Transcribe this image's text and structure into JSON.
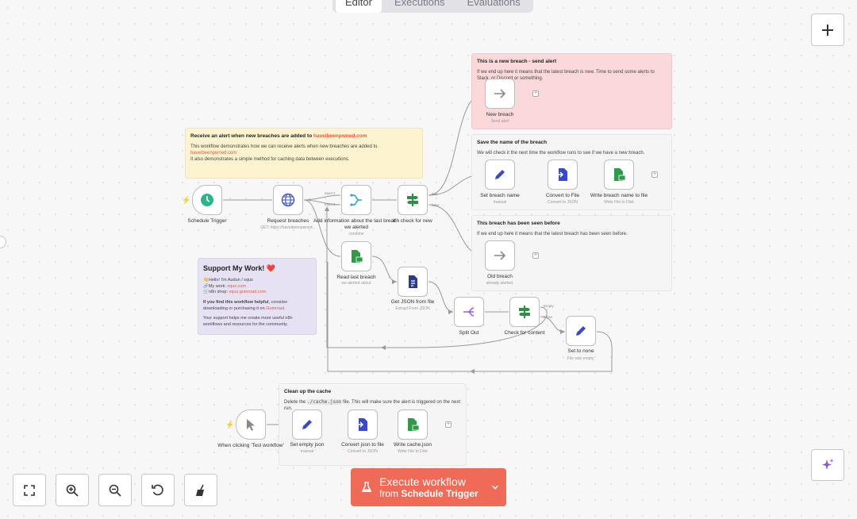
{
  "tabs": [
    {
      "label": "Editor"
    },
    {
      "label": "Executions"
    },
    {
      "label": "Evaluations"
    }
  ],
  "stickies": {
    "intro": {
      "title_prefix": "Receive an alert when new breaches are added to ",
      "title_link": "haveibeenpwned.com",
      "line1": "This workflow demonstrates how we can receive alerts when new breaches are added to",
      "line1_link": "haveibeenpwned.com",
      "line2": "It also demonstrates a simple method for caching data between executions."
    },
    "new_breach": {
      "title": "This is a new breach - send alert",
      "body": "If we end up here it means that the latest breach is new. Time to send some alerts to Slack, or Discord or something."
    },
    "save_name": {
      "title": "Save the name of the breach",
      "body": "We will check it the next time the workflow runs to see if we have a new breach."
    },
    "seen_before": {
      "title": "This breach has been seen before",
      "body": "If we end up here it means that the latest breach has been seen before."
    },
    "support": {
      "title": "Support My Work! ❤️",
      "hello": "👋Hello! I'm Audun / xqus",
      "work_label": "🔗My work: ",
      "work_link": "xqus.com",
      "shop_label": "🛒n8n shop: ",
      "shop_link": "xqus.gumroad.com",
      "helpful_bold": "If you find this workflow helpful",
      "helpful_rest": ", consider downloading or purchasing it on ",
      "helpful_link": "Gumroad",
      "helpful_end": ".",
      "footer": "Your support helps me create more useful n8n workflows and resources for the community."
    },
    "cleanup": {
      "title": "Clean up the cache",
      "body_prefix": "Delete the ",
      "body_code": "./cache.json",
      "body_suffix": " file. This will make sure the alert is triggered on the next run."
    }
  },
  "nodes": {
    "schedule": {
      "label": "Schedule Trigger",
      "sub": ""
    },
    "request": {
      "label": "Request breaches",
      "sub": "GET: https://haveibeenpwned..."
    },
    "add_info": {
      "label": "Add information about the last breach we alerted",
      "sub": "combine"
    },
    "if_new": {
      "label": "If - check for new",
      "sub": ""
    },
    "new_breach": {
      "label": "New breach",
      "sub": "Send alert"
    },
    "set_name": {
      "label": "Set breach name",
      "sub": "manual"
    },
    "convert_file": {
      "label": "Convert to File",
      "sub": "Convert to JSON"
    },
    "write_name": {
      "label": "Write breach name to file",
      "sub": "Write File to Disk"
    },
    "old_breach": {
      "label": "Old breach",
      "sub": "already alerted."
    },
    "read_last": {
      "label": "Read last breach",
      "sub": "we alerted about"
    },
    "get_json": {
      "label": "Get JSON from file",
      "sub": "Extract From JSON"
    },
    "split_out": {
      "label": "Split Out",
      "sub": ""
    },
    "check_content": {
      "label": "Check for content",
      "sub": ""
    },
    "set_none": {
      "label": "Set to none",
      "sub": "File was empty."
    },
    "manual": {
      "label": "When clicking 'Test workflow'",
      "sub": ""
    },
    "set_empty": {
      "label": "Set empty json",
      "sub": "manual"
    },
    "convert_json": {
      "label": "Convert json to file",
      "sub": "Convert to JSON"
    },
    "write_cache": {
      "label": "Write cache.json",
      "sub": "Write File to Disk"
    }
  },
  "pins": {
    "input1": "input 1",
    "input2": "input 2",
    "true": "true",
    "false": "false",
    "empty": "Empty",
    "filled": "False"
  },
  "execute": {
    "title": "Execute workflow",
    "from_prefix": "from ",
    "from_node": "Schedule Trigger"
  },
  "controls": {
    "fit": "fit-view",
    "zoom_in": "zoom-in",
    "zoom_out": "zoom-out",
    "reset": "reset-zoom",
    "tidy": "tidy-up"
  },
  "colors": {
    "accent": "#ef6b57",
    "sticky_red": "#fbd9da",
    "sticky_yellow": "#fdf3cf",
    "sticky_purple": "#e6e2f3"
  }
}
